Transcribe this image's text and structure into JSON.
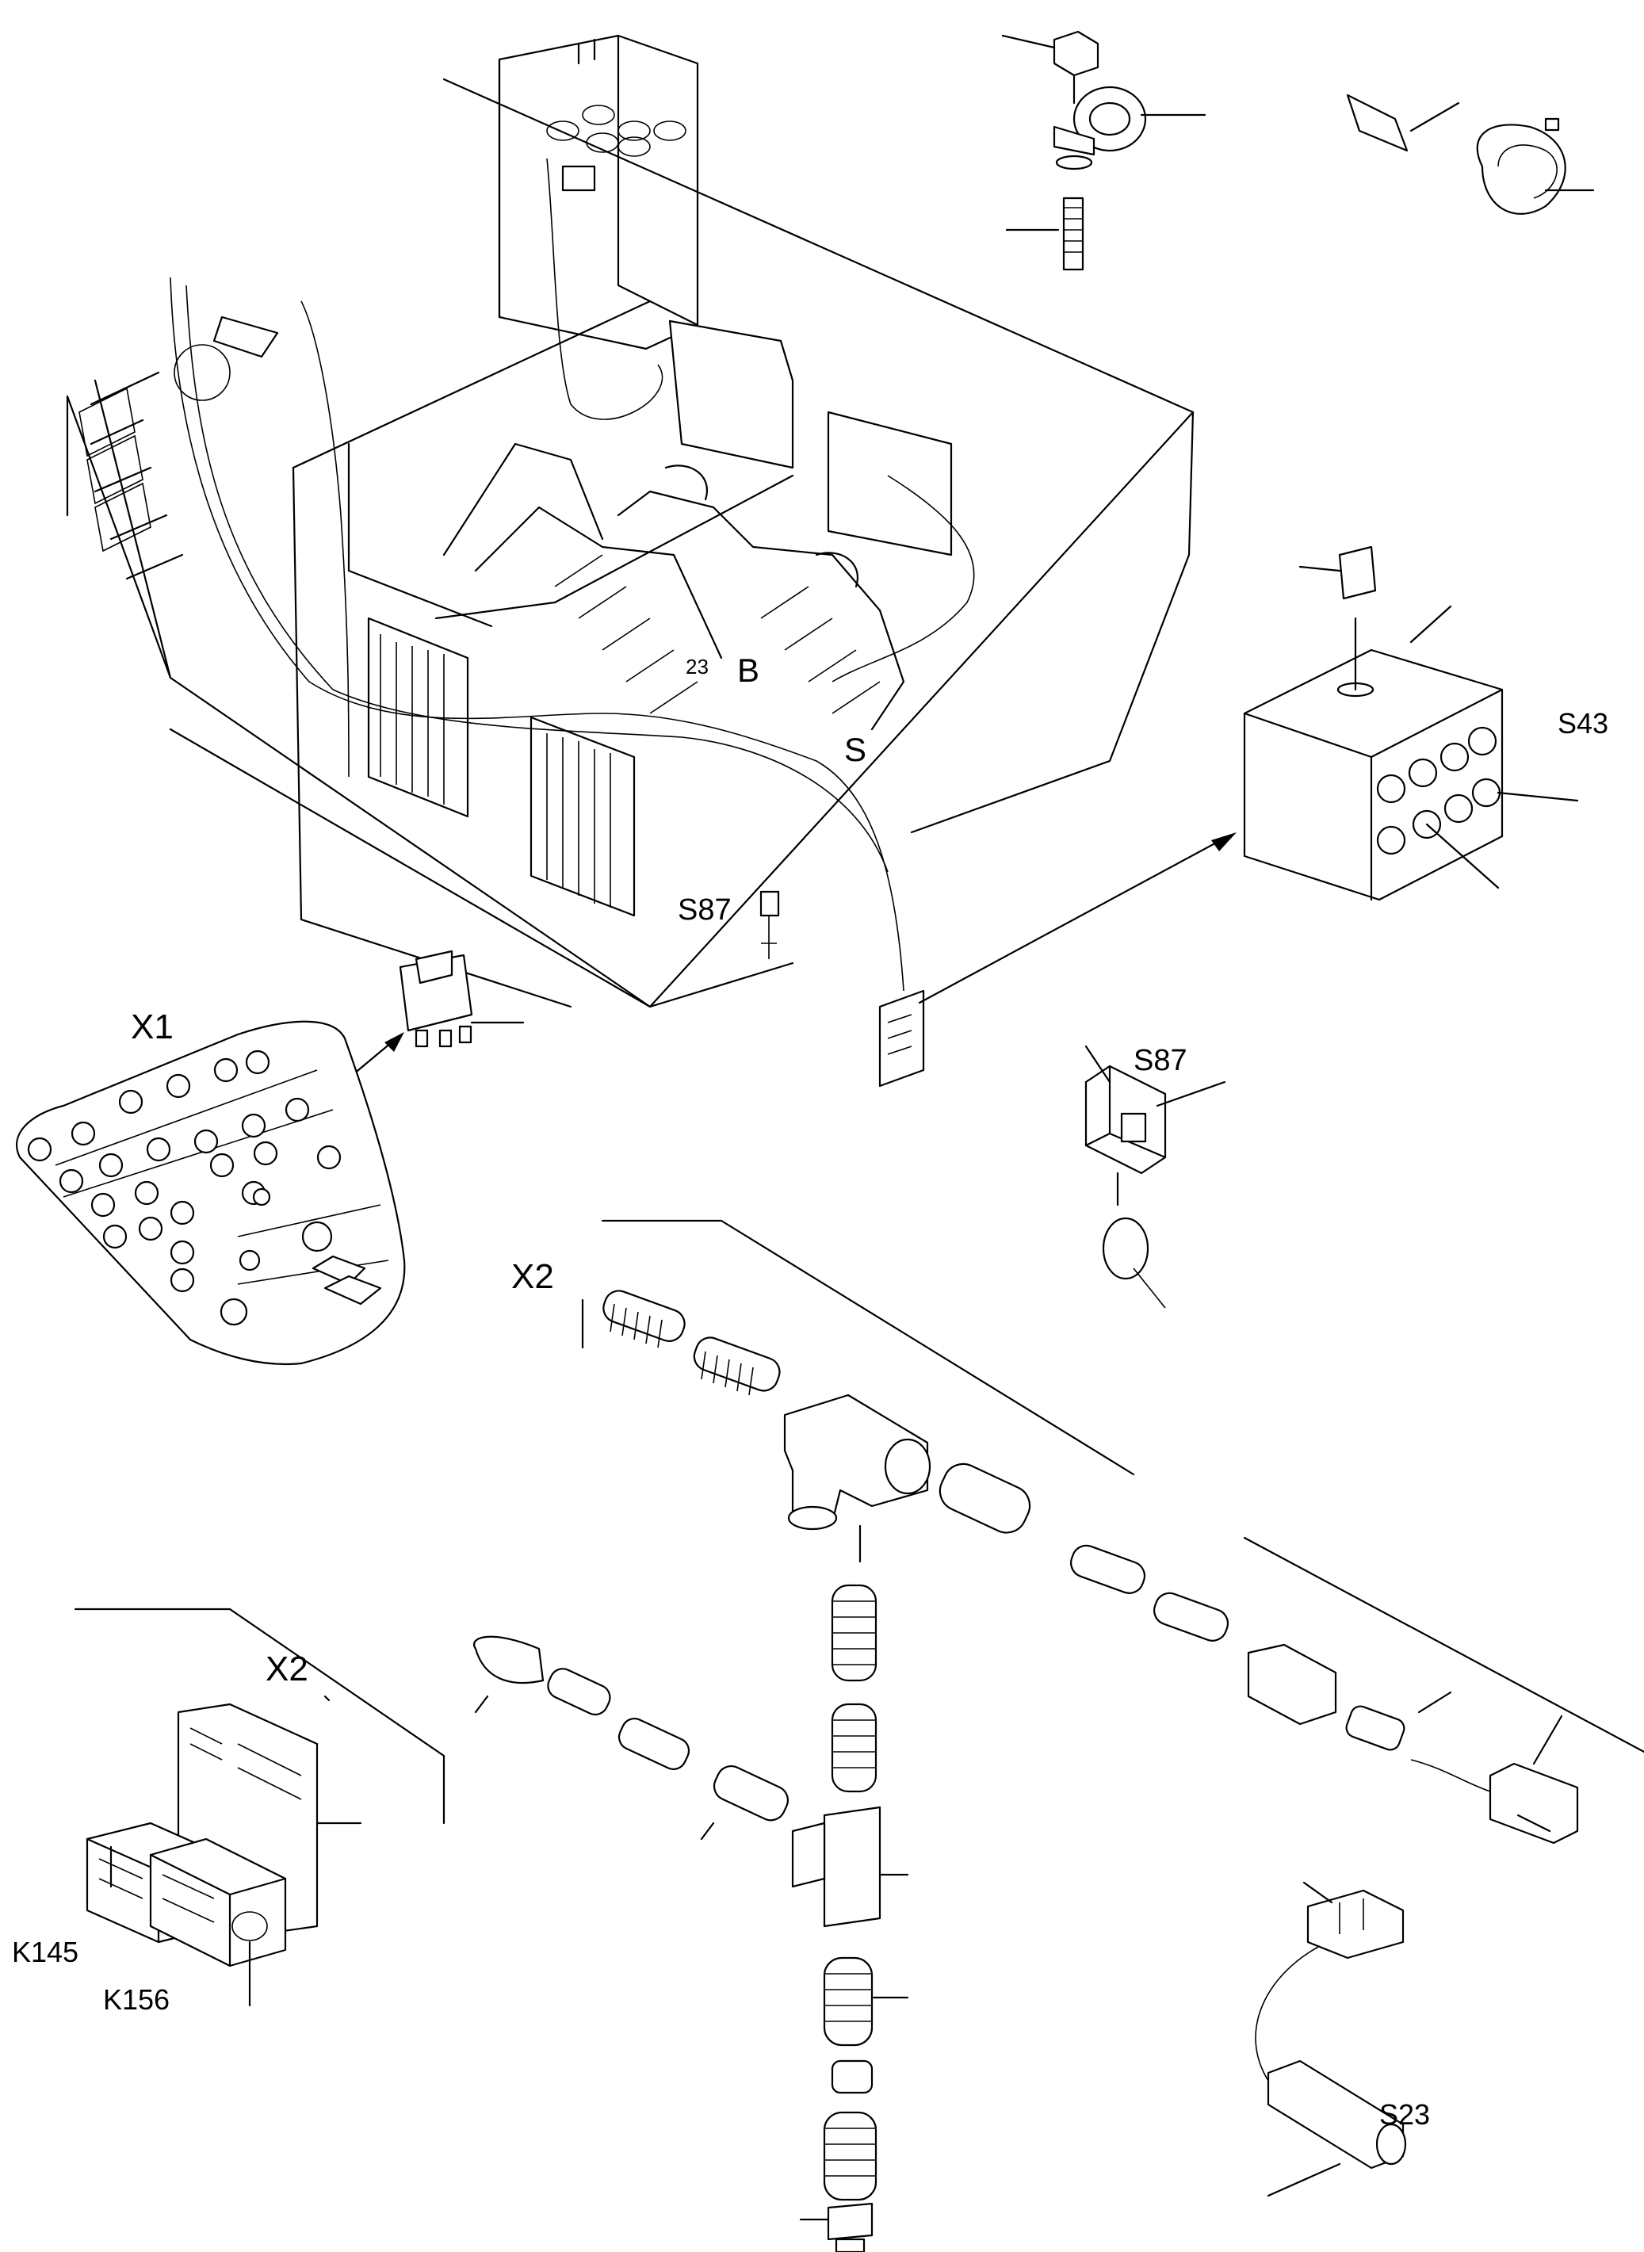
{
  "labels": {
    "b": "B",
    "n23": "23",
    "s": "S",
    "s87_main": "S87",
    "s87_detail": "S87",
    "s43": "S43",
    "x1": "X1",
    "x2_conduit": "X2",
    "x2_relay": "X2",
    "k145": "K145",
    "k156": "K156",
    "s23": "S23"
  },
  "colors": {
    "ink": "#000000",
    "paper": "#ffffff"
  }
}
